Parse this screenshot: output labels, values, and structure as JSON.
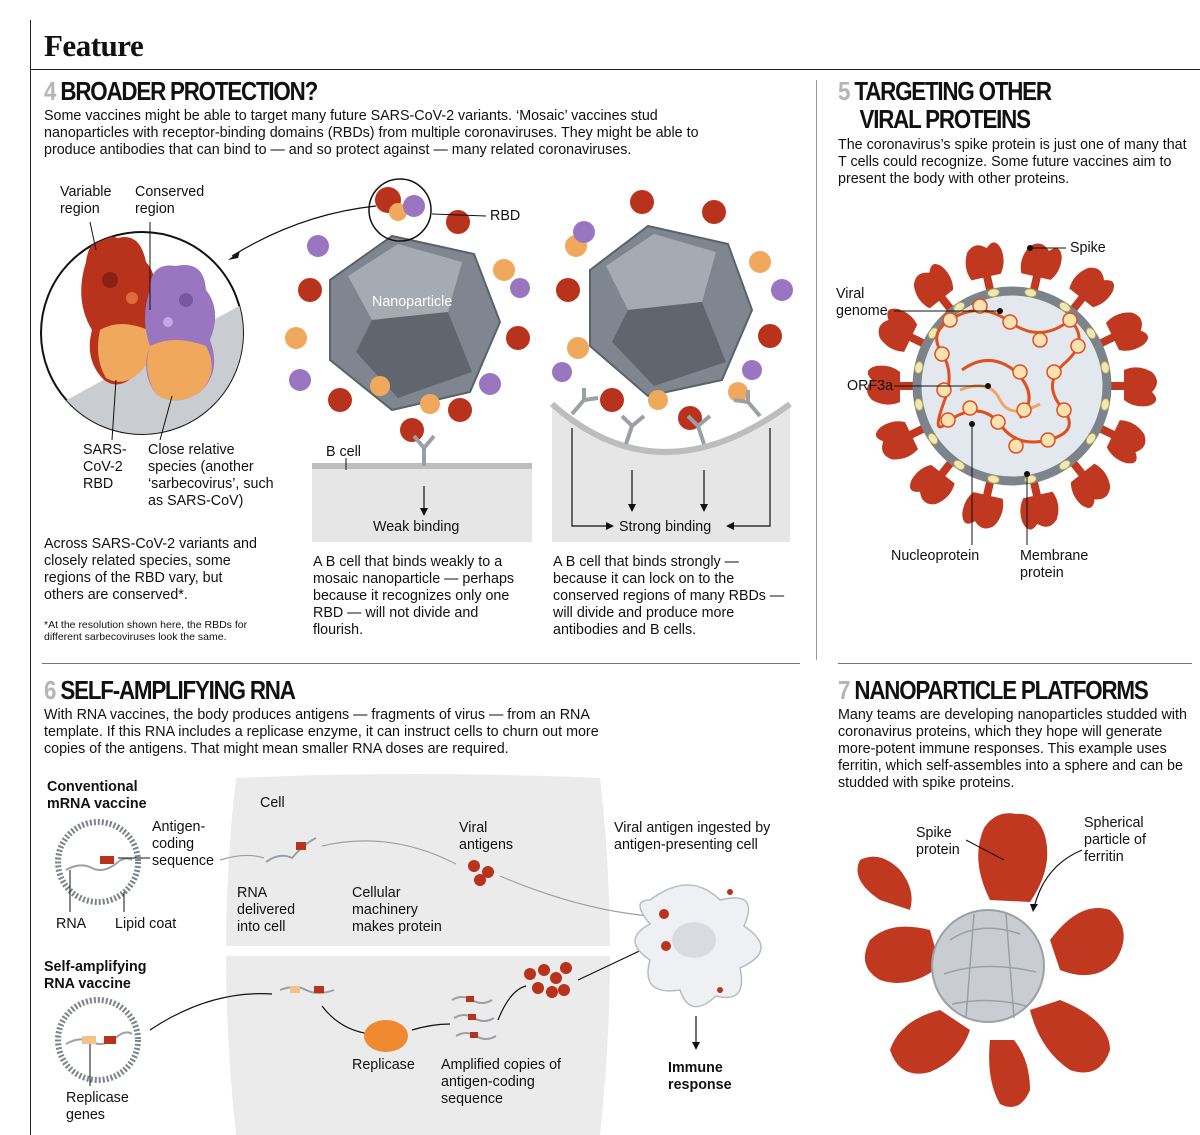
{
  "header": {
    "title": "Feature"
  },
  "colors": {
    "rbd_red": "#b8321c",
    "rbd_orange": "#f0a85c",
    "rbd_purple": "#9a75c0",
    "particle_gray": "#7f8690",
    "spike_red": "#c0381f",
    "ferritin_gray": "#c9ccd0",
    "replicase_orange": "#f08a30",
    "panel_gray": "#e8e8e8"
  },
  "section4": {
    "number": "4",
    "title": "BROADER PROTECTION?",
    "intro": "Some vaccines might be able to target many future SARS-CoV-2 variants. ‘Mosaic’ vaccines stud nanoparticles with receptor-binding domains (RBDs) from multiple coronaviruses. They might be able to produce antibodies that can bind to — and so protect against — many related coronaviruses.",
    "labels": {
      "variable_region": "Variable region",
      "conserved_region": "Conserved region",
      "sars_cov2_rbd": "SARS-CoV-2 RBD",
      "close_relative": "Close relative species (another ‘sarbecovirus’, such as SARS-CoV)",
      "rbd": "RBD",
      "nanoparticle": "Nanoparticle",
      "b_cell": "B cell",
      "weak_binding": "Weak binding",
      "strong_binding": "Strong binding"
    },
    "caption_left": "Across SARS-CoV-2 variants and closely related species, some regions of the RBD vary, but others are conserved*.",
    "footnote": "*At the resolution shown here, the RBDs for different sarbecoviruses look the same.",
    "caption_mid": "A B cell that binds weakly to a mosaic nanoparticle — perhaps because it recognizes only one RBD — will not divide and flourish.",
    "caption_right": "A B cell that binds strongly — because it can lock on to the conserved regions of many RBDs — will divide and produce more antibodies and B cells."
  },
  "section5": {
    "number": "5",
    "title_line1": "TARGETING OTHER",
    "title_line2": "VIRAL PROTEINS",
    "intro": "The coronavirus’s spike protein is just one of many that T cells could recognize. Some future vaccines aim to present the body with other proteins.",
    "labels": {
      "spike": "Spike",
      "viral_genome": "Viral genome",
      "orf3a": "ORF3a",
      "nucleoprotein": "Nucleoprotein",
      "membrane_protein": "Membrane protein"
    }
  },
  "section6": {
    "number": "6",
    "title": "SELF-AMPLIFYING RNA",
    "intro": "With RNA vaccines, the body produces antigens — fragments of virus — from an RNA template. If this RNA includes a replicase enzyme, it can instruct cells to churn out more copies of the antigens. That might mean smaller RNA doses are required.",
    "labels": {
      "conventional": "Conventional mRNA vaccine",
      "antigen_coding": "Antigen-coding sequence",
      "rna": "RNA",
      "lipid_coat": "Lipid coat",
      "cell": "Cell",
      "rna_delivered": "RNA delivered into cell",
      "cellular_machinery": "Cellular machinery makes protein",
      "viral_antigens": "Viral antigens",
      "ingested": "Viral antigen ingested by antigen-presenting cell",
      "self_amplifying": "Self-amplifying RNA vaccine",
      "replicase_genes": "Replicase genes",
      "replicase": "Replicase",
      "amplified": "Amplified copies of antigen-coding sequence",
      "immune_response": "Immune response"
    }
  },
  "section7": {
    "number": "7",
    "title": "NANOPARTICLE PLATFORMS",
    "intro": "Many teams are developing nanoparticles studded with coronavirus proteins, which they hope will generate more-potent immune responses. This example uses ferritin, which self-assembles into a sphere and can be studded with spike proteins.",
    "labels": {
      "spike_protein": "Spike protein",
      "spherical": "Spherical particle of ferritin"
    }
  }
}
